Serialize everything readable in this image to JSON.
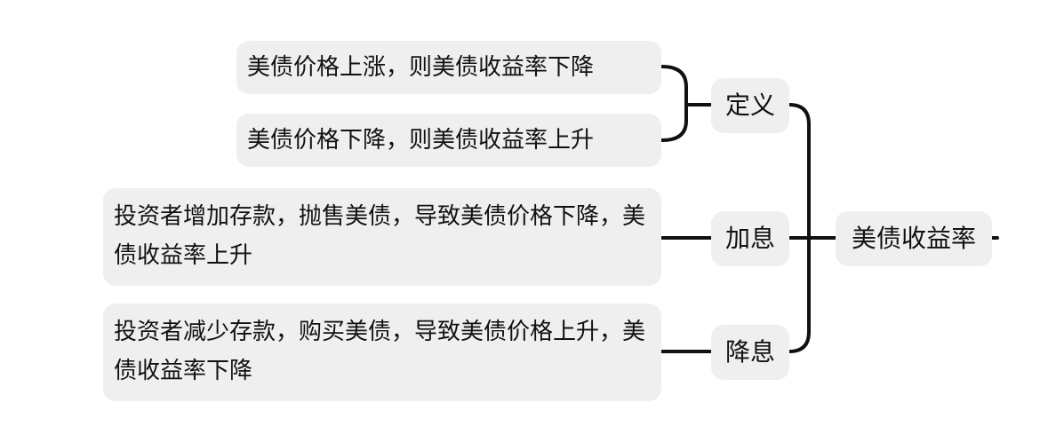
{
  "root": {
    "label": "美债收益率"
  },
  "branches": [
    {
      "label": "定义",
      "leaves": [
        "美债价格上涨，则美债收益率下降",
        "美债价格下降，则美债收益率上升"
      ]
    },
    {
      "label": "加息",
      "leaves": [
        "投资者增加存款，抛售美债，导致美债价格下降，美债收益率上升"
      ]
    },
    {
      "label": "降息",
      "leaves": [
        "投资者减少存款，购买美债，导致美债价格上升，美债收益率下降"
      ]
    }
  ],
  "colors": {
    "node_bg": "#efefef",
    "line": "#111111",
    "text": "#111111"
  }
}
